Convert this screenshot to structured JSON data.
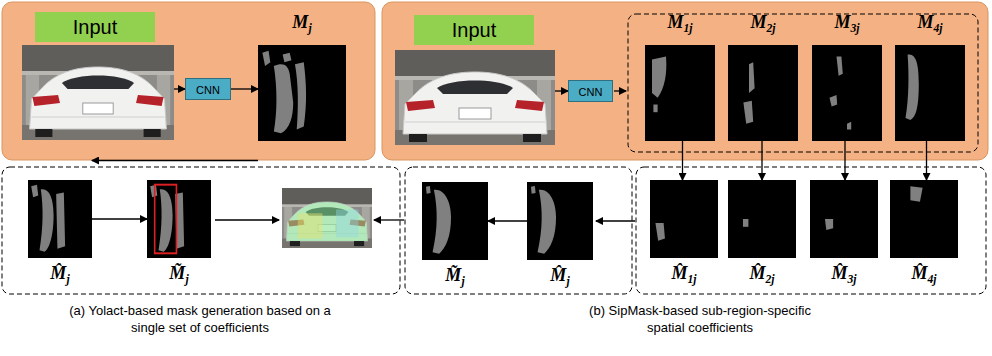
{
  "diagram": {
    "nodes": [
      {
        "text": [
          "Input"
        ]
      },
      {
        "text": [
          "CNN"
        ]
      },
      {
        "text": [
          "Mj"
        ]
      },
      {
        "text": [
          "Input"
        ]
      },
      {
        "text": [
          "CNN"
        ]
      },
      {
        "text": [
          "M1j"
        ]
      },
      {
        "text": [
          "M2j"
        ]
      },
      {
        "text": [
          "M3j"
        ]
      },
      {
        "text": [
          "M4j"
        ]
      },
      {
        "text": [
          "M̂j"
        ]
      },
      {
        "text": [
          "M̃j"
        ]
      },
      {
        "text": [
          "M̃j"
        ]
      },
      {
        "text": [
          "M̂j"
        ]
      },
      {
        "text": [
          "M̂1j"
        ]
      },
      {
        "text": [
          "M̂2j"
        ]
      },
      {
        "text": [
          "M̂3j"
        ]
      },
      {
        "text": [
          "M̂4j"
        ]
      }
    ],
    "edges": [
      {
        "from": 0,
        "to": 1,
        "arrow": "to"
      },
      {
        "from": 1,
        "to": 2,
        "arrow": "to"
      },
      {
        "from": 2,
        "to": 9,
        "arrow": "to"
      },
      {
        "from": 9,
        "to": 10,
        "arrow": "to"
      },
      {
        "from": 3,
        "to": 4,
        "arrow": "to"
      },
      {
        "from": 5,
        "to": 13,
        "arrow": "to"
      },
      {
        "from": 6,
        "to": 14,
        "arrow": "to"
      },
      {
        "from": 7,
        "to": 15,
        "arrow": "to"
      },
      {
        "from": 8,
        "to": 16,
        "arrow": "to"
      },
      {
        "from": 12,
        "to": 11,
        "arrow": "to"
      }
    ],
    "labels": [
      "(a) Yolact-based mask generation based on a single set of coefficients",
      "(b) SipMask-based sub-region-specific spatial coefficients"
    ]
  }
}
